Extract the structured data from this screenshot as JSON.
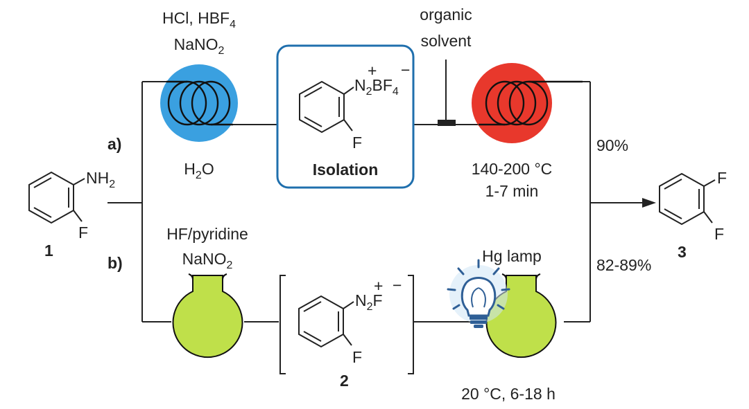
{
  "colors": {
    "flow_blue": "#3aa0e0",
    "heat_red": "#e8382c",
    "photo_green": "#bfe04a",
    "isolation_blue": "#1f6fad",
    "temp_red": "#e03a2e",
    "cond_green": "#a9c934",
    "lamp_glow": "#cfe6f5",
    "ink": "#222222"
  },
  "compounds": {
    "c1": {
      "number": "1",
      "nh2": "NH",
      "nh2_sub": "2",
      "f": "F"
    },
    "c2": {
      "number": "2",
      "n2": "N",
      "n2_sub": "2",
      "f_sup": "F",
      "plus": "+",
      "minus": "−",
      "f": "F"
    },
    "c3": {
      "number": "3",
      "f_top": "F",
      "f_bot": "F"
    },
    "salt": {
      "n2": "N",
      "n2_sub": "2",
      "bf": "BF",
      "bf_sub": "4",
      "plus": "+",
      "minus": "−",
      "f": "F"
    }
  },
  "route_a": {
    "letter": "a)",
    "reagent_line1": "HCl, HBF",
    "reagent_line1_sub": "4",
    "reagent_line2": "NaNO",
    "reagent_line2_sub": "2",
    "solvent_pre": "H",
    "solvent_sub": "2",
    "solvent_post": "O",
    "isolation": "Isolation",
    "feed_line1": "organic",
    "feed_line2": "solvent",
    "temp": "140-200 °C",
    "time": "1-7 min",
    "yield": "90%"
  },
  "route_b": {
    "letter": "b)",
    "reagent_line1": "HF/pyridine",
    "reagent_line2": "NaNO",
    "reagent_line2_sub": "2",
    "lamp": "Hg lamp",
    "conditions": "20 °C, 6-18 h",
    "yield": "82-89%"
  }
}
